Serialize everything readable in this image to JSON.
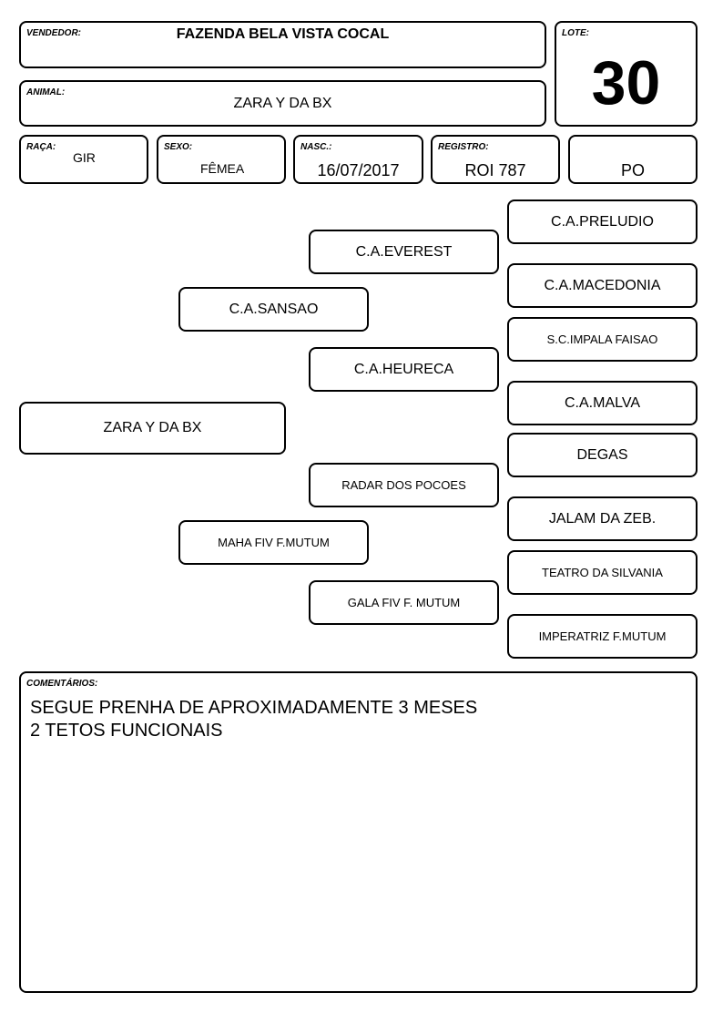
{
  "header": {
    "vendedor_label": "VENDEDOR:",
    "vendedor_value": "FAZENDA BELA VISTA COCAL",
    "lote_label": "LOTE:",
    "lote_value": "30",
    "animal_label": "ANIMAL:",
    "animal_value": "ZARA Y DA BX"
  },
  "info": {
    "raca_label": "RAÇA:",
    "raca_value": "GIR",
    "sexo_label": "SEXO:",
    "sexo_value": "FÊMEA",
    "nasc_label": "NASC.:",
    "nasc_value": "16/07/2017",
    "registro_label": "REGISTRO:",
    "registro_value": "ROI 787",
    "po_value": "PO"
  },
  "pedigree": {
    "animal": "ZARA Y DA BX",
    "sire": "C.A.SANSAO",
    "dam": "MAHA FIV F.MUTUM",
    "sire_sire": "C.A.EVEREST",
    "sire_dam": "C.A.HEURECA",
    "dam_sire": "RADAR DOS POCOES",
    "dam_dam": "GALA FIV F. MUTUM",
    "ggp": [
      "C.A.PRELUDIO",
      "C.A.MACEDONIA",
      "S.C.IMPALA FAISAO",
      "C.A.MALVA",
      "DEGAS",
      "JALAM DA ZEB.",
      "TEATRO DA SILVANIA",
      "IMPERATRIZ F.MUTUM"
    ]
  },
  "comments": {
    "label": "COMENTÁRIOS:",
    "line1": "SEGUE PRENHA DE APROXIMADAMENTE 3 MESES",
    "line2": "2 TETOS FUNCIONAIS"
  }
}
